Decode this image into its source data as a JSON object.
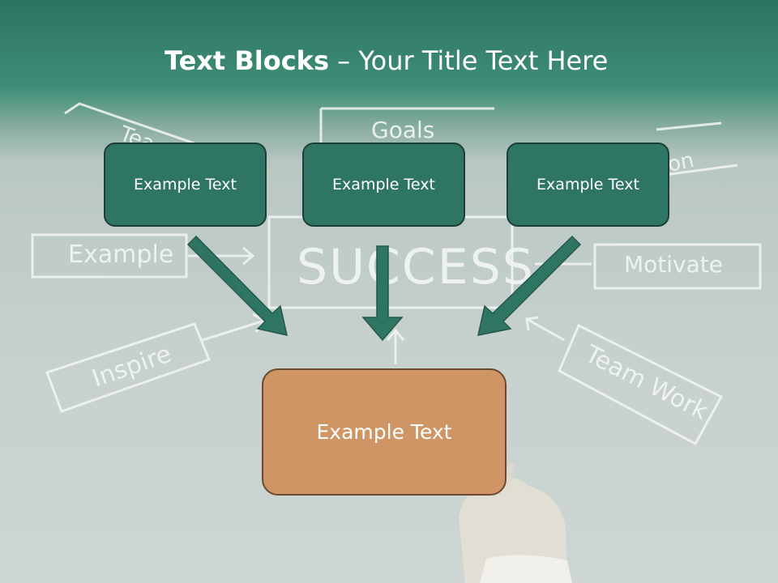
{
  "title": {
    "bold": "Text Blocks",
    "separator": "–",
    "rest": "Your Title Text Here"
  },
  "background_words": [
    "Goals",
    "SUCCESS",
    "Example",
    "Motivate",
    "Inspire",
    "Team Work",
    "on",
    "Tea"
  ],
  "boxes": {
    "left": "Example Text",
    "center": "Example Text",
    "right": "Example Text",
    "main": "Example Text"
  },
  "colors": {
    "header_green": "#2c735f",
    "box_green": "#2f7563",
    "arrow_green": "#2f7563",
    "main_box_orange": "#cf9564",
    "background": "#c6d0cc"
  }
}
